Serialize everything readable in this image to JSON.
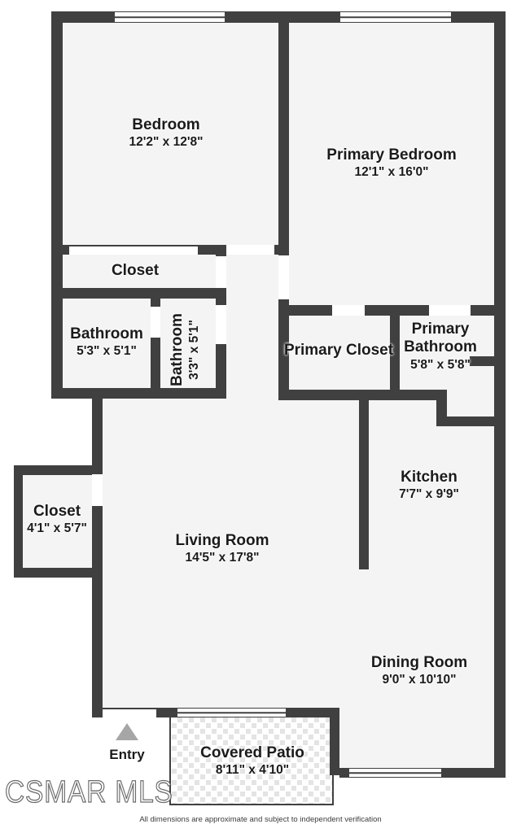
{
  "rooms": {
    "bedroom": {
      "name": "Bedroom",
      "dims": "12'2\" x 12'8\""
    },
    "primary_bedroom": {
      "name": "Primary Bedroom",
      "dims": "12'1\" x 16'0\""
    },
    "hall_closet": {
      "name": "Closet",
      "dims": ""
    },
    "bathroom": {
      "name": "Bathroom",
      "dims": "5'3\" x 5'1\""
    },
    "bathroom_small": {
      "name": "Bathroom",
      "dims": "3'3\" x 5'1\""
    },
    "primary_closet": {
      "name": "Primary Closet",
      "dims": ""
    },
    "primary_bathroom": {
      "name": "Primary Bathroom",
      "dims": "5'8\" x 5'8\""
    },
    "kitchen": {
      "name": "Kitchen",
      "dims": "7'7\" x 9'9\""
    },
    "closet": {
      "name": "Closet",
      "dims": "4'1\" x 5'7\""
    },
    "living_room": {
      "name": "Living Room",
      "dims": "14'5\" x 17'8\""
    },
    "dining_room": {
      "name": "Dining Room",
      "dims": "9'0\" x 10'10\""
    },
    "covered_patio": {
      "name": "Covered Patio",
      "dims": "8'11\" x 4'10\""
    }
  },
  "entry": {
    "label": "Entry"
  },
  "watermark": "CSMAR MLS",
  "disclaimer": "All dimensions are approximate and subject to independent verification",
  "colors": {
    "wall": "#404040",
    "floor": "#f4f4f4",
    "entry_arrow": "#a6a6a6"
  }
}
